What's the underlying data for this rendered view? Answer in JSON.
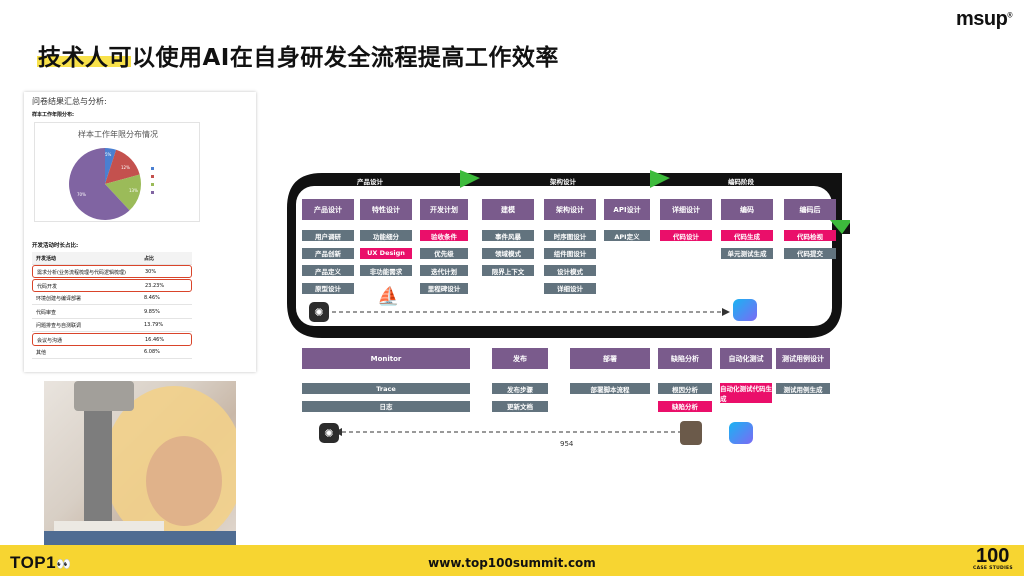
{
  "slide": {
    "title": "技术人可以使用AI在自身研发全流程提高工作效率",
    "logo": "msup",
    "footer_url": "www.top100summit.com",
    "footer_brand_left": "TOP1",
    "footer_brand_right": "100",
    "footer_brand_right_sub": "CASE STUDIES"
  },
  "survey": {
    "heading": "问卷结果汇总与分析:",
    "pie_caption": "样本工作年限分布:",
    "pie_title": "样本工作年限分布情况",
    "table_caption": "开发活动时长占比:",
    "table_header": [
      "开发活动",
      "占比"
    ],
    "rows": [
      {
        "activity": "需求分析(业务流程梳理与代码逻辑梳理)",
        "pct": "30%",
        "highlight": true
      },
      {
        "activity": "代码开发",
        "pct": "23.23%",
        "highlight": true
      },
      {
        "activity": "环境创建与编译部署",
        "pct": "8.46%",
        "highlight": false
      },
      {
        "activity": "代码审查",
        "pct": "9.85%",
        "highlight": false
      },
      {
        "activity": "问题排查与自测联调",
        "pct": "13.79%",
        "highlight": false
      },
      {
        "activity": "会议与沟通",
        "pct": "16.46%",
        "highlight": true
      },
      {
        "activity": "其他",
        "pct": "6.08%",
        "highlight": false
      }
    ],
    "pie_labels": [
      "5%",
      "12%",
      "13%",
      "70%"
    ]
  },
  "workflow": {
    "stages": [
      "产品设计",
      "架构设计",
      "编码阶段"
    ],
    "top_headers": [
      "产品设计",
      "特性设计",
      "开发计划",
      "建模",
      "架构设计",
      "API设计",
      "详细设计",
      "编码",
      "编码后"
    ],
    "col1": [
      "用户调研",
      "产品创新",
      "产品定义",
      "原型设计"
    ],
    "col2": [
      "功能细分",
      "UX Design",
      "非功能需求"
    ],
    "col3": [
      "验收条件",
      "优先级",
      "迭代计划",
      "里程碑设计"
    ],
    "col4": [
      "事件风暴",
      "领域模式",
      "限界上下文"
    ],
    "col5": [
      "时序图设计",
      "组件图设计",
      "设计模式",
      "详细设计"
    ],
    "col6": [
      "API定义"
    ],
    "col7": [
      "代码设计"
    ],
    "col8": [
      "代码生成",
      "单元测试生成"
    ],
    "col9": [
      "代码检视",
      "代码提交"
    ],
    "bottom_headers": [
      "Monitor",
      "发布",
      "部署",
      "缺陷分析",
      "自动化测试",
      "测试用例设计"
    ],
    "bcol1": [
      "Trace",
      "日志"
    ],
    "bcol2": [
      "发布步骤",
      "更新文档"
    ],
    "bcol3": [
      "部署脚本流程"
    ],
    "bcol4": [
      "根因分析",
      "缺陷分析"
    ],
    "bcol5": [
      "自动化测试代码生成"
    ],
    "bcol6": [
      "测试用例生成"
    ],
    "page_num": "954"
  },
  "colors": {
    "accent_yellow": "#f7d531",
    "purple": "#7a5b8c",
    "slate": "#62737e",
    "pink": "#ea0f6a",
    "green": "#3dbb3c"
  }
}
